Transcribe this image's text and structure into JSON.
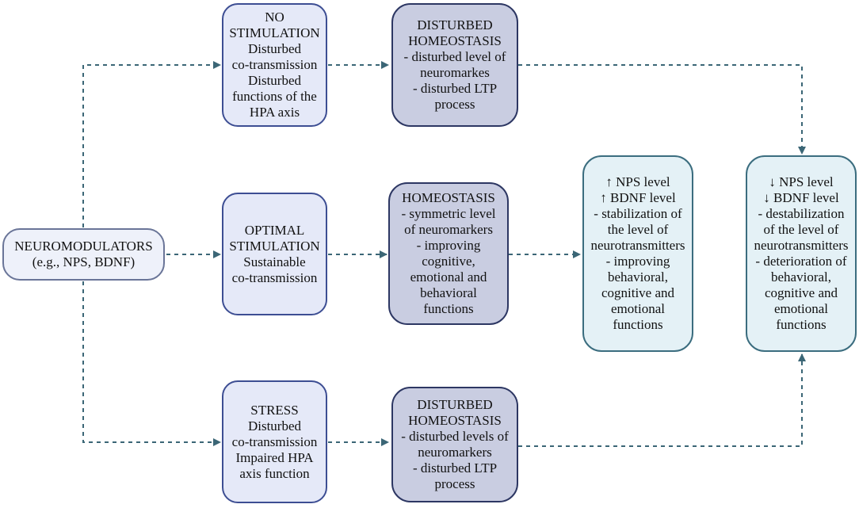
{
  "boxes": {
    "neuromodulators": {
      "lines": [
        "NEUROMODULATORS",
        "(e.g., NPS, BDNF)"
      ]
    },
    "no_stimulation": {
      "lines": [
        "NO",
        "STIMULATION",
        "Disturbed",
        "co-transmission",
        "Disturbed",
        "functions of the",
        "HPA axis"
      ]
    },
    "optimal_stimulation": {
      "lines": [
        "OPTIMAL",
        "STIMULATION",
        "Sustainable",
        "co-transmission"
      ]
    },
    "stress": {
      "lines": [
        "STRESS",
        "Disturbed",
        "co-transmission",
        "Impaired HPA",
        "axis function"
      ]
    },
    "disturbed_homeostasis_top": {
      "lines": [
        "DISTURBED",
        "HOMEOSTASIS",
        "- disturbed level of",
        "neuromarkes",
        "- disturbed LTP",
        "process"
      ]
    },
    "homeostasis": {
      "lines": [
        "HOMEOSTASIS",
        "- symmetric level",
        "of neuromarkers",
        "- improving",
        "cognitive,",
        "emotional and",
        "behavioral",
        "functions"
      ]
    },
    "disturbed_homeostasis_bottom": {
      "lines": [
        "DISTURBED",
        "HOMEOSTASIS",
        "- disturbed levels of",
        "neuromarkers",
        "- disturbed LTP",
        "process"
      ]
    },
    "positive_outcome": {
      "lines": [
        "↑ NPS level",
        "↑ BDNF level",
        "- stabilization of",
        "the level of",
        "neurotransmitters",
        "- improving",
        "behavioral,",
        "cognitive and",
        "emotional",
        "functions"
      ]
    },
    "negative_outcome": {
      "lines": [
        "↓ NPS level",
        "↓ BDNF level",
        "- destabilization",
        "of the level of",
        "neurotransmitters",
        "- deterioration of",
        "behavioral,",
        "cognitive and",
        "emotional",
        "functions"
      ]
    }
  },
  "colors": {
    "connector": "#3b6676",
    "light_box_fill": "#e5e9f8",
    "dark_box_fill": "#c9cde1",
    "outcome_box_fill": "#e4f1f6"
  }
}
